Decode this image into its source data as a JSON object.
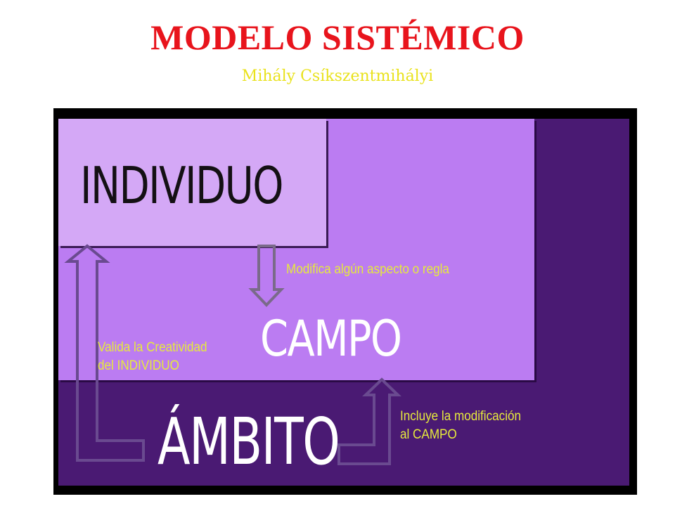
{
  "title": "MODELO SISTÉMICO",
  "subtitle": "Mihály Csíkszentmihályi",
  "boxes": {
    "individuo": "INDIVIDUO",
    "campo": "CAMPO",
    "ambito": "ÁMBITO"
  },
  "relations": {
    "individuo_to_campo": "Modifica algún aspecto o regla",
    "ambito_to_individuo": [
      "Valida la Creatividad",
      "del INDIVIDUO"
    ],
    "ambito_to_campo": [
      "Incluye la modificación",
      "al CAMPO"
    ]
  },
  "colors": {
    "title": "#e8141c",
    "subtitle": "#e9e21c",
    "frame": "#000000",
    "ambito": "#4a1a73",
    "campo": "#bb7cf2",
    "individuo": "#d4a8f6",
    "notes": "#e6ea3c"
  }
}
